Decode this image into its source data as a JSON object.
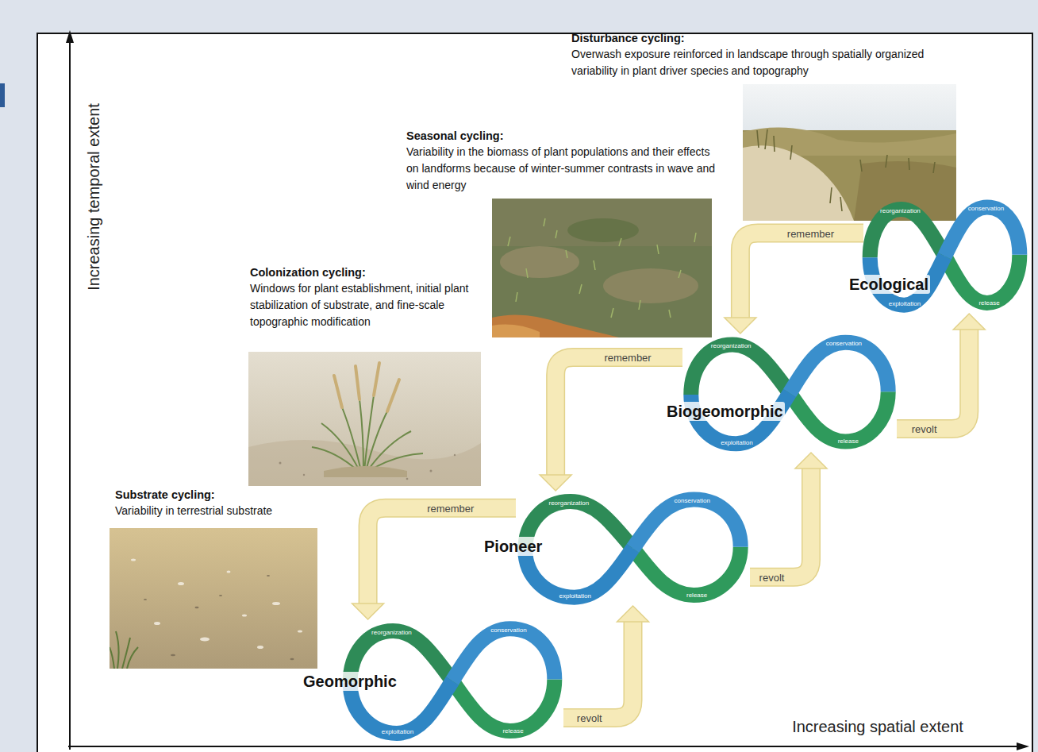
{
  "diagram": {
    "nodes": [
      {
        "text": [
          "Disturbance cycling:",
          "Overwash exposure reinforced in landscape through spatially organized variability in plant driver species and topography"
        ]
      },
      {
        "text": [
          "Seasonal cycling:",
          "Variability in the biomass of plant populations and their effects on landforms because of winter-summer contrasts in wave and wind energy"
        ]
      },
      {
        "text": [
          "Ecological",
          "reorganization",
          "conservation",
          "exploitation",
          "release"
        ]
      },
      {
        "text": [
          "Colonization cycling:",
          "Windows for plant establishment, initial plant stabilization of substrate, and fine-scale topographic modification"
        ]
      },
      {
        "text": [
          "Biogeomorphic",
          "reorganization",
          "conservation",
          "exploitation",
          "release"
        ]
      },
      {
        "text": [
          "Pioneer",
          "reorganization",
          "conservation",
          "exploitation",
          "release"
        ]
      },
      {
        "text": [
          "Substrate cycling:",
          "Variability in terrestrial substrate"
        ]
      },
      {
        "text": [
          "Geomorphic",
          "reorganization",
          "conservation",
          "exploitation",
          "release"
        ]
      }
    ],
    "edges": [
      {
        "from": 2,
        "to": 4,
        "label": "remember",
        "arrow": "to"
      },
      {
        "from": 4,
        "to": 2,
        "label": "revolt",
        "arrow": "to"
      },
      {
        "from": 4,
        "to": 5,
        "label": "remember",
        "arrow": "to"
      },
      {
        "from": 5,
        "to": 4,
        "label": "revolt",
        "arrow": "to"
      },
      {
        "from": 5,
        "to": 7,
        "label": "remember",
        "arrow": "to"
      },
      {
        "from": 7,
        "to": 5,
        "label": "revolt",
        "arrow": "to"
      }
    ],
    "labels": [
      "Increasing temporal extent",
      "Increasing spatial extent"
    ]
  }
}
